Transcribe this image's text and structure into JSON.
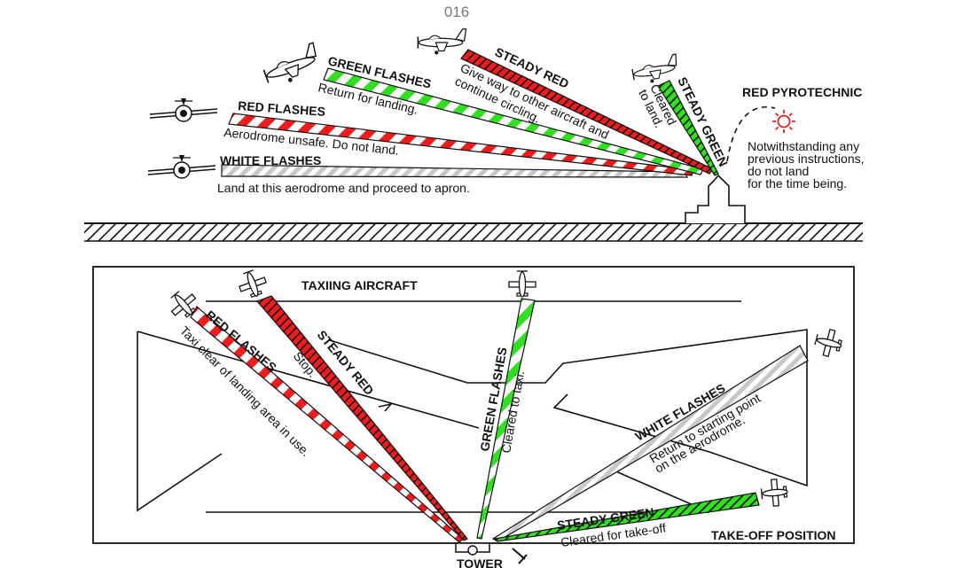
{
  "page_number": "016",
  "colors": {
    "red": "#ee1c1c",
    "green": "#33dd22",
    "white_signal": "#c8c8c8",
    "ink": "#111111",
    "pyro": "#ee1c1c"
  },
  "aircraft_in_flight": {
    "steady_red": {
      "label": "STEADY RED",
      "desc_line1": "Give way to other aircraft and",
      "desc_line2": "continue circling."
    },
    "green_flashes": {
      "label": "GREEN FLASHES",
      "desc": "Return for landing."
    },
    "red_flashes": {
      "label": "RED FLASHES",
      "desc": "Aerodrome unsafe. Do not land."
    },
    "white_flashes": {
      "label": "WHITE FLASHES",
      "desc": "Land at this aerodrome and proceed to apron."
    },
    "steady_green": {
      "label": "STEADY GREEN",
      "desc_line1": "Cleared",
      "desc_line2": "to land."
    },
    "red_pyrotechnic": {
      "label": "RED PYROTECHNIC",
      "desc_lines": [
        "Notwithstanding any",
        "previous instructions,",
        "do not land",
        "for the time being."
      ]
    }
  },
  "aircraft_on_ground": {
    "title": "TAXIING AIRCRAFT",
    "red_flashes": {
      "label": "RED FLASHES",
      "desc": "Taxi clear of landing area in use."
    },
    "steady_red": {
      "label": "STEADY RED",
      "desc": "Stop."
    },
    "green_flashes": {
      "label": "GREEN FLASHES",
      "desc": "Cleared to taxi."
    },
    "white_flashes": {
      "label": "WHITE FLASHES",
      "desc_line1": "Return to starting point",
      "desc_line2": "on the aerodrome."
    },
    "steady_green": {
      "label": "STEADY GREEN",
      "desc": "Cleared for take-off"
    },
    "takeoff_position": "TAKE-OFF POSITION",
    "tower": "TOWER"
  }
}
